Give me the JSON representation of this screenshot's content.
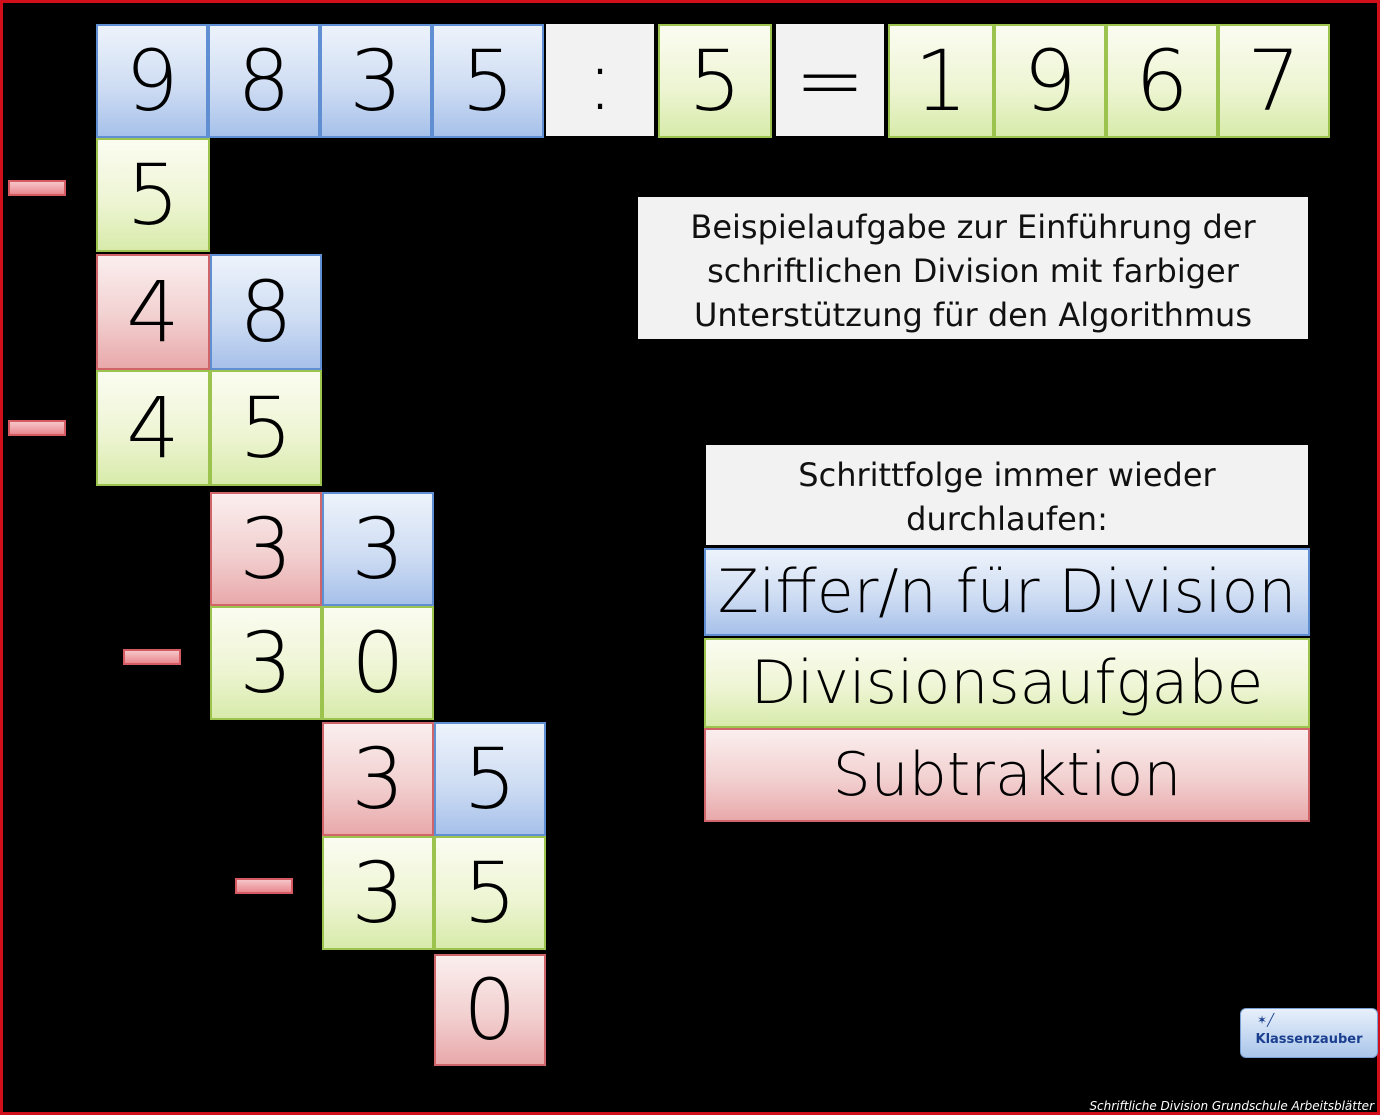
{
  "problem": {
    "dividend": [
      "9",
      "8",
      "3",
      "5"
    ],
    "operator": ":",
    "divisor": "5",
    "equals": "=",
    "quotient": [
      "1",
      "9",
      "6",
      "7"
    ]
  },
  "steps": {
    "s1_subtract": "5",
    "s2_rest": "4",
    "s2_down": "8",
    "s3_subtract": [
      "4",
      "5"
    ],
    "s4_rest": "3",
    "s4_down": "3",
    "s5_subtract": [
      "3",
      "0"
    ],
    "s6_rest": "3",
    "s6_down": "5",
    "s7_subtract": [
      "3",
      "5"
    ],
    "s8_rest": "0"
  },
  "info": {
    "description_lines": [
      "Beispielaufgabe zur Einführung der",
      "schriftlichen Division mit farbiger",
      "Unterstützung für den Algorithmus"
    ],
    "sequence_lines": [
      "Schrittfolge immer wieder",
      "durchlaufen:"
    ]
  },
  "legend": {
    "digits": "Ziffer/n für Division",
    "division": "Divisionsaufgabe",
    "subtraction": "Subtraktion"
  },
  "colors": {
    "blue": "#a7c1ea",
    "green": "#d8ebab",
    "red": "#e9a9ab",
    "frame": "#d10f1a"
  },
  "logo": {
    "label": "Klassenzauber",
    "icon": "magic-wand-icon"
  },
  "footer": "Schriftliche Division Grundschule Arbeitsblätter"
}
